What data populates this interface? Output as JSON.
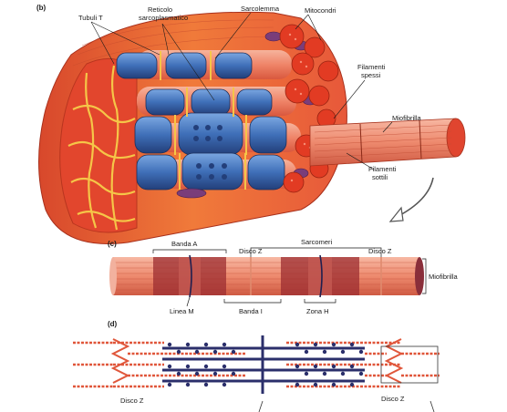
{
  "panels": {
    "b": {
      "tag": "(b)",
      "labels": {
        "tubuli_t": "Tubuli T",
        "reticolo_1": "Reticolo",
        "reticolo_2": "sarcoplasmatico",
        "sarcolemma": "Sarcolemma",
        "mitocondri": "Mitocondri",
        "filamenti_spessi_1": "Filamenti",
        "filamenti_spessi_2": "spessi",
        "miofibrilla": "Miofibrilla",
        "filamenti_sottili_1": "Filamenti",
        "filamenti_sottili_2": "sottili"
      }
    },
    "c": {
      "tag": "(c)",
      "labels": {
        "banda_a": "Banda A",
        "sarcomeri": "Sarcomeri",
        "disco_z_left": "Disco Z",
        "disco_z_right": "Disco Z",
        "miofibrilla": "Miofibrilla",
        "linea_m": "Linea M",
        "banda_i": "Banda I",
        "zona_h": "Zona H"
      }
    },
    "d": {
      "tag": "(d)",
      "labels": {
        "disco_z_left": "Disco Z",
        "disco_z_right": "Disco Z"
      }
    }
  },
  "colors": {
    "muscle_red": "#e0452f",
    "muscle_orange": "#f07a3a",
    "fiber_pink": "#f3a08a",
    "tubule_blue": "#3f6fb8",
    "tubule_dark": "#233f7a",
    "tubule_yellow": "#f5c648",
    "thick_filament": "#2b2f6b",
    "thin_filament": "#e0563a",
    "line_dark": "#1a1a1a"
  }
}
